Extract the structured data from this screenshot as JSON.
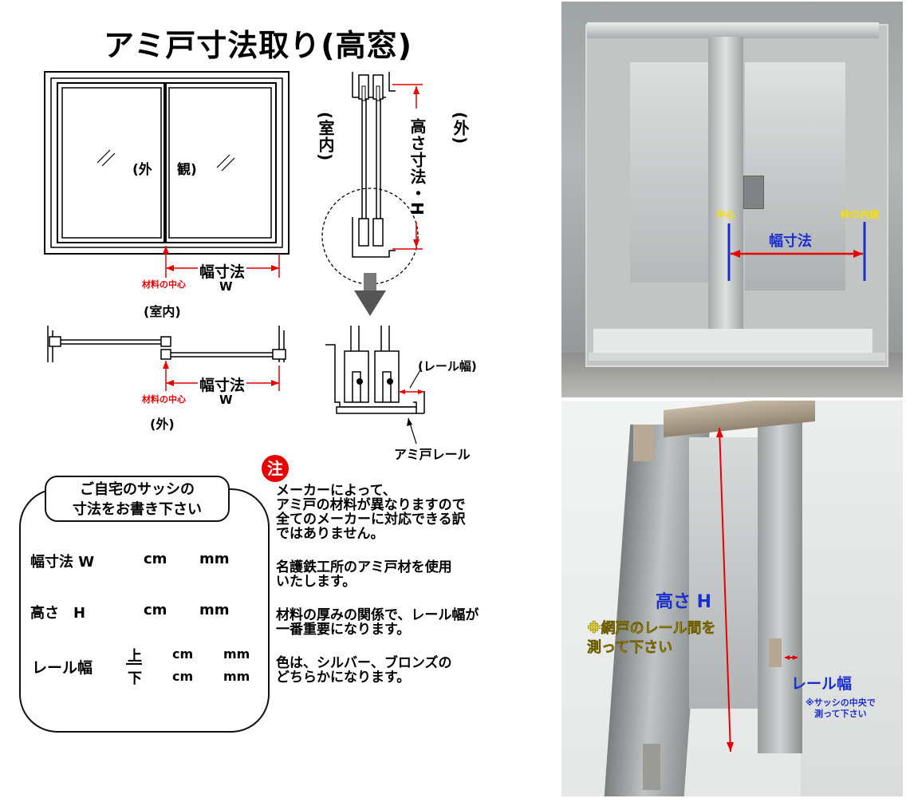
{
  "title": "アミ戸寸法取り(高窓)",
  "front_view": {
    "label_outside_1": "(外",
    "label_outside_2": "観)",
    "width_label": "幅寸法",
    "w_symbol": "W",
    "center_label": "材料の中心",
    "room_label": "(室内)"
  },
  "top_view": {
    "width_label": "幅寸法",
    "w_symbol": "W",
    "center_label": "材料の中心",
    "outside_label": "(外)"
  },
  "section_view": {
    "indoor_label": "(室内)",
    "outdoor_label": "(外)",
    "height_label": "高さ寸法・H",
    "rail_width_label": "(レール幅)",
    "rail_label": "アミ戸レール"
  },
  "form": {
    "title_line1": "ご自宅のサッシの",
    "title_line2": "寸法をお書き下さい",
    "rows": [
      {
        "label": "幅寸法 W",
        "unit_cm": "cm",
        "unit_mm": "mm"
      },
      {
        "label": "高さ　H",
        "unit_cm": "cm",
        "unit_mm": "mm"
      }
    ],
    "rail_row": {
      "label": "レール幅",
      "upper": "上",
      "lower": "下",
      "unit_cm": "cm",
      "unit_mm": "mm"
    }
  },
  "notes": {
    "badge": "注",
    "paragraphs": [
      [
        "メーカーによって、",
        "アミ戸の材料が異なりますので",
        "全てのメーカーに対応できる訳",
        "ではありません。"
      ],
      [
        "名護鉄工所のアミ戸材を使用",
        "いたします。"
      ],
      [
        "材料の厚みの関係で、レール幅が",
        "一番重要になります。"
      ],
      [
        "色は、シルバー、ブロンズの",
        "どちらかになります。"
      ]
    ]
  },
  "photo_top": {
    "center_label": "中心",
    "inner_frame_label": "枠の内側",
    "width_label": "幅寸法"
  },
  "photo_bottom": {
    "height_label": "高さ H",
    "note_line1": "※網戸のレール間を",
    "note_line2": "測って下さい",
    "rail_width_label": "レール幅",
    "center_note_line1": "※サッシの中央で",
    "center_note_line2": "測って下さい"
  },
  "colors": {
    "dimension_red": "#e60000",
    "label_blue": "#1a2fd0",
    "label_yellow": "#f5e000",
    "aluminum": "#b9bcbd"
  }
}
